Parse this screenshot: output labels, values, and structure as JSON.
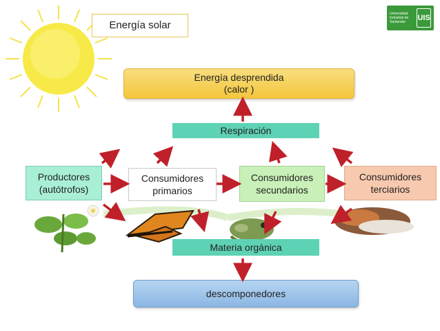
{
  "solar_label": "Energía solar",
  "logo": {
    "line1": "Universidad",
    "line2": "Industrial de",
    "line3": "Santander",
    "mark": "UIS"
  },
  "heat": {
    "line1": "Energía desprendida",
    "line2": "(calor )"
  },
  "respiration": "Respiración",
  "producers": {
    "line1": "Productores",
    "line2": "(autótrofos)"
  },
  "primary": {
    "line1": "Consumidores",
    "line2": "primarios"
  },
  "secondary": {
    "line1": "Consumidores",
    "line2": "secundarios"
  },
  "tertiary": {
    "line1": "Consumidores",
    "line2": "terciarios"
  },
  "organic_matter": "Materia orgánica",
  "decomposers": "descomponedores",
  "colors": {
    "arrow": "#c0202a",
    "sun": "#f7e94a",
    "respiration": "#5ed2b5",
    "heat": "#f3c63d"
  }
}
